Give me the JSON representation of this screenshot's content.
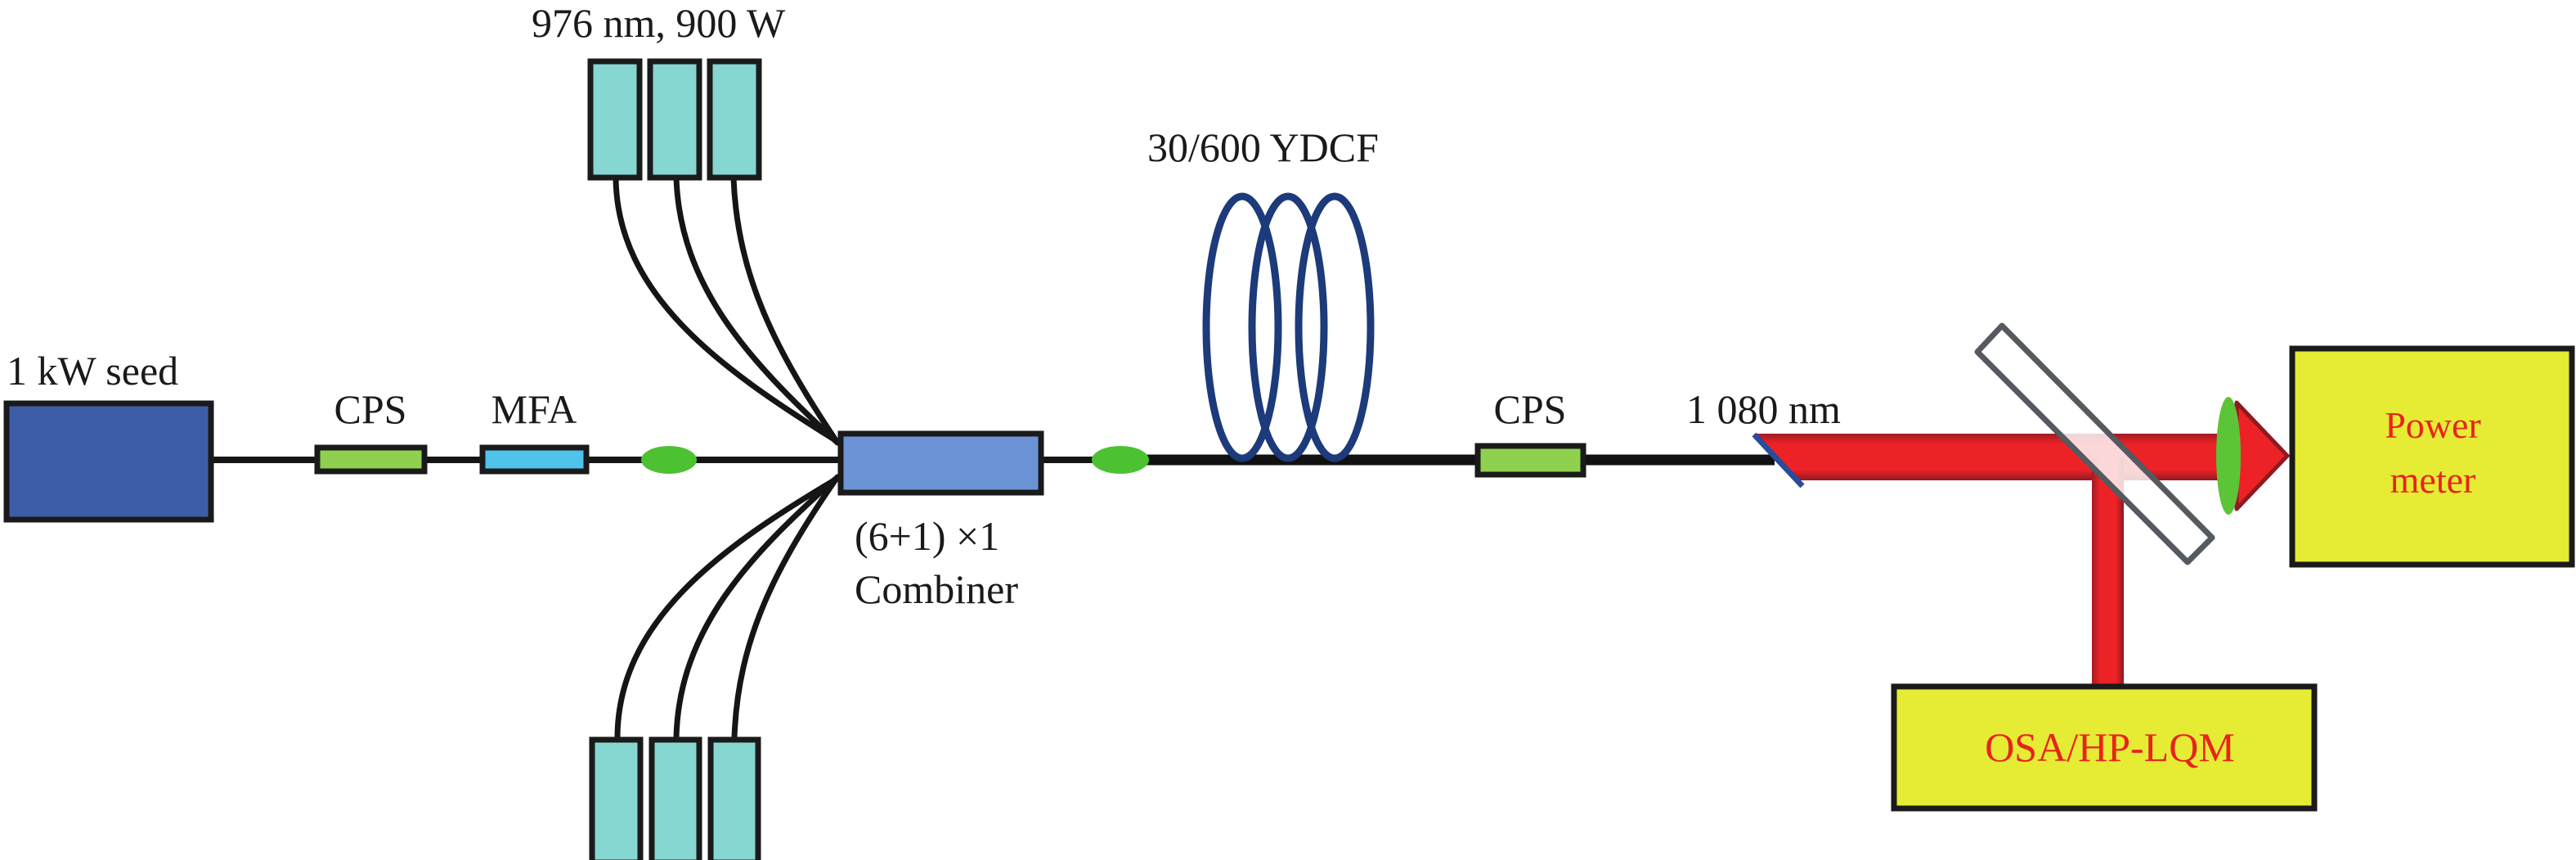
{
  "diagram": {
    "labels": {
      "seed": "1 kW seed",
      "cps_1": "CPS",
      "mfa": "MFA",
      "pumps": "976 nm, 900 W",
      "combiner_line1": "(6+1) ×1",
      "combiner_line2": "Combiner",
      "ydcf": "30/600 YDCF",
      "cps_2": "CPS",
      "wavelength": "1 080 nm",
      "power_meter_line1": "Power",
      "power_meter_line2": "meter",
      "osa": "OSA/HP-LQM"
    },
    "components": [
      {
        "id": "seed",
        "name": "1 kW seed",
        "type": "laser-source"
      },
      {
        "id": "cps_1",
        "name": "CPS",
        "type": "cladding-power-stripper"
      },
      {
        "id": "mfa",
        "name": "MFA",
        "type": "mode-field-adaptor"
      },
      {
        "id": "splice_1",
        "name": "splice",
        "type": "fusion-splice"
      },
      {
        "id": "pumps_top",
        "name": "976 nm, 900 W",
        "type": "pump-diode",
        "count": 3
      },
      {
        "id": "pumps_bottom",
        "name": "976 nm, 900 W",
        "type": "pump-diode",
        "count": 3
      },
      {
        "id": "combiner",
        "name": "(6+1) ×1 Combiner",
        "type": "pump-signal-combiner"
      },
      {
        "id": "splice_2",
        "name": "splice",
        "type": "fusion-splice"
      },
      {
        "id": "ydcf",
        "name": "30/600 YDCF",
        "type": "gain-fiber-coil",
        "loops": 3
      },
      {
        "id": "cps_2",
        "name": "CPS",
        "type": "cladding-power-stripper"
      },
      {
        "id": "output",
        "name": "1 080 nm",
        "type": "output-beam"
      },
      {
        "id": "splitter",
        "name": "beam splitter",
        "type": "beam-splitter"
      },
      {
        "id": "lens",
        "name": "lens",
        "type": "lens"
      },
      {
        "id": "power_meter",
        "name": "Power meter",
        "type": "detector"
      },
      {
        "id": "osa",
        "name": "OSA/HP-LQM",
        "type": "detector"
      }
    ],
    "connections": [
      [
        "seed",
        "cps_1"
      ],
      [
        "cps_1",
        "mfa"
      ],
      [
        "mfa",
        "splice_1"
      ],
      [
        "splice_1",
        "combiner"
      ],
      [
        "pumps_top",
        "combiner"
      ],
      [
        "pumps_bottom",
        "combiner"
      ],
      [
        "combiner",
        "splice_2"
      ],
      [
        "splice_2",
        "ydcf"
      ],
      [
        "ydcf",
        "cps_2"
      ],
      [
        "cps_2",
        "output"
      ],
      [
        "output",
        "splitter"
      ],
      [
        "splitter",
        "lens"
      ],
      [
        "lens",
        "power_meter"
      ],
      [
        "splitter",
        "osa"
      ]
    ],
    "colors": {
      "seed": "#3d5ea6",
      "pump": "#86d6d2",
      "cps": "#8fd14f",
      "mfa": "#4fc3ea",
      "combiner": "#6b93d6",
      "splice": "#4cc233",
      "coil": "#1d3a7a",
      "beam": "#ec2227",
      "beam_edge": "#a01c24",
      "lens": "#5cc437",
      "detector": "#e5ec33",
      "detector_text": "#e8231c"
    }
  }
}
